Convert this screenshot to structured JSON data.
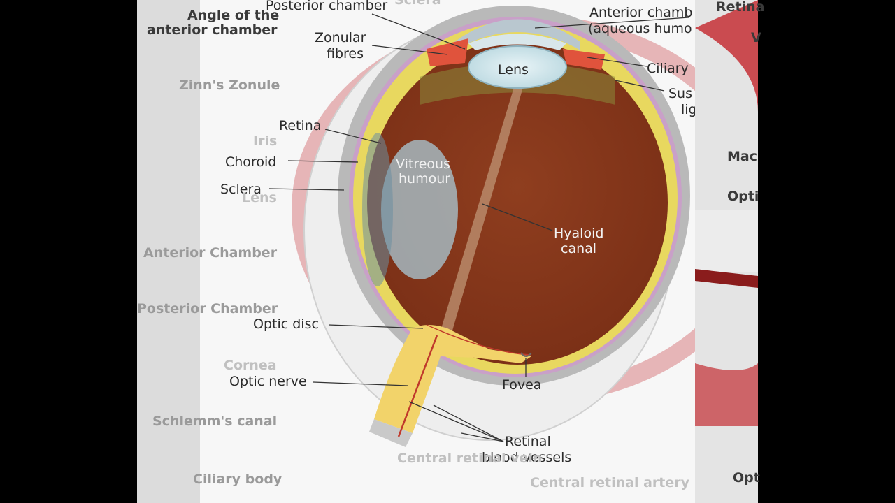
{
  "background_labels": {
    "angle_line1": "Angle of the",
    "angle_line2": "anterior chamber",
    "zinn": "Zinn's Zonule",
    "iris": "Iris",
    "lens": "Lens",
    "anterior": "Anterior Chamber",
    "posterior": "Posterior Chamber",
    "cornea": "Cornea",
    "schlemm": "Schlemm's canal",
    "ciliary": "Ciliary body",
    "central_vein": "Central retinal vein",
    "central_artery": "Central retinal artery",
    "retina": "Retina",
    "macula": "Mac",
    "optic_r": "Opti",
    "optic_br": "Opt",
    "sclera_top": "Sclera",
    "vitreous_r": "V"
  },
  "labels": {
    "posterior_chamber": "Posterior chamber",
    "zonular_line1": "Zonular",
    "zonular_line2": "fibres",
    "lens": "Lens",
    "anterior_line1": "Anterior chamb",
    "anterior_line2": "(aqueous humo",
    "ciliary": "Ciliary",
    "suspensory_line1": "Sus",
    "suspensory_line2": "lig",
    "retina": "Retina",
    "choroid": "Choroid",
    "sclera": "Sclera",
    "vitreous_line1": "Vitreous",
    "vitreous_line2": "humour",
    "hyaloid_line1": "Hyaloid",
    "hyaloid_line2": "canal",
    "optic_disc": "Optic disc",
    "optic_nerve": "Optic nerve",
    "fovea": "Fovea",
    "retinal_line1": "Retinal",
    "retinal_line2": "blood vessels"
  },
  "colors": {
    "vitreous": "#8b3a1c",
    "sclera": "#b8b8b8",
    "retina_band": "#f0e070",
    "optic_nerve": "#f3d46a",
    "bg_ring": "#c63a3f"
  }
}
